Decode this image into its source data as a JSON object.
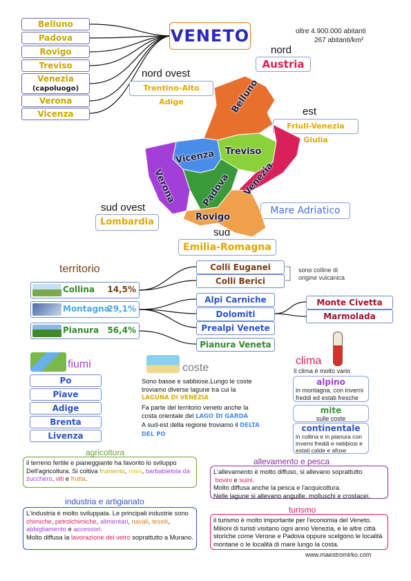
{
  "title": "VENETO",
  "population": {
    "line1": "oltre 4.900.000  abitanti",
    "line2": "267  abitanti/km²"
  },
  "provinces": [
    "Belluno",
    "Padova",
    "Rovigo",
    "Treviso",
    "Venezia",
    "Verona",
    "Vicenza"
  ],
  "capital_note": "(capoluogo)",
  "neighbors": {
    "north": {
      "dir": "nord",
      "name": "Austria"
    },
    "northwest": {
      "dir": "nord ovest",
      "name": "Trentino-Alto Adige"
    },
    "east": {
      "dir": "est",
      "name": "Friuli-Venezia Giulia"
    },
    "southwest": {
      "dir": "sud ovest",
      "name": "Lombardia"
    },
    "south": {
      "dir": "sud",
      "name": "Emilia-Romagna"
    },
    "sea": "Mare Adriatico"
  },
  "map_labels": [
    "Belluno",
    "Treviso",
    "Vicenza",
    "Verona",
    "Padova",
    "Venezia",
    "Rovigo"
  ],
  "colors": {
    "belluno": "#e8702e",
    "treviso": "#8cd13a",
    "vicenza": "#4a8de8",
    "verona": "#a33fd8",
    "padova": "#3a9a3a",
    "venezia": "#d8205a",
    "rovigo": "#f0a04a",
    "accent": "#2a28b8",
    "title_border": "#e07a1f"
  },
  "territorio": {
    "title": "territorio",
    "rows": [
      {
        "name": "Collina",
        "pct": "14,5%"
      },
      {
        "name": "Montagna",
        "pct": "29,1%"
      },
      {
        "name": "Pianura",
        "pct": "56,4%"
      }
    ],
    "hills": [
      "Colli Euganei",
      "Colli Berici"
    ],
    "hills_note": [
      "sono colline di",
      "origine vulcanica"
    ],
    "mountains": [
      "Alpi Carniche",
      "Dolomiti",
      "Prealpi Venete"
    ],
    "peaks": [
      "Monte Civetta",
      "Marmolada"
    ],
    "plain": "Pianura Veneta"
  },
  "fiumi": {
    "title": "fiumi",
    "list": [
      "Po",
      "Piave",
      "Adige",
      "Brenta",
      "Livenza"
    ]
  },
  "coste": {
    "title": "coste",
    "p1": "Sono basse e sabbiose.Lungo le coste troviamo  diverse  lagune tra cui  la",
    "p1_hl": "LAGUNA DI VENEZIA",
    "p2": "Fa parte del territorio veneto anche la costa orientale del",
    "p2_hl": "LAGO DI GARDA",
    "p3": "A sud-est della regione troviamo il",
    "p3_hl": "DELTA DEL PO"
  },
  "clima": {
    "title": "clima",
    "intro": "Il clima è molto vario",
    "types": [
      {
        "name": "alpino",
        "desc": "in montagna, con inverni freddi ed estati fresche"
      },
      {
        "name": "mite",
        "desc": "sulle coste"
      },
      {
        "name": "continentale",
        "desc": "in collina e in pianura con inverni freddi e nebbiosi e estati calde e afose"
      }
    ]
  },
  "agricoltura": {
    "title": "agricoltura",
    "t1": "il terreno fertile e pianeggiante ha favorito lo sviluppo Dell'agricoltura. Si coltiva",
    "items": [
      "frumento",
      "mais",
      "barbabietola da zucchero",
      "viti",
      "frutta"
    ],
    "sep1": ",",
    "sep2": ",",
    "sep3": ",",
    "and": "e",
    "end": "."
  },
  "allevamento": {
    "title": "allevamento e pesca",
    "t1": "L'allevamento è molto diffuso, si allevano soprattutto",
    "hl1": "bovini",
    "and": "e",
    "hl2": "suini",
    "end": ".",
    "t2": "Molto diffusa anche la pesca e l'acquicoltura.",
    "t3": "Nelle lagune si allevano anguille, molluschi e crostacei."
  },
  "industria": {
    "title": "industria e artigianato",
    "t1": "L'industria  è molto sviluppata. Le principali  industrie sono",
    "items": [
      "chimiche",
      "petrolchimiche",
      "alimentari",
      "navali",
      "tessili",
      "abbigliamento",
      "accessori"
    ],
    "t2": "Molto diffusa la",
    "hl": "lavorazione del vetro",
    "t3": "soprattutto a Murano."
  },
  "turismo": {
    "title": "turismo",
    "text": "il turismo è molto importante per l'economia del Veneto. Milioni di turisti visitano ogni anno Venezia, e le altre città storiche come Verone e Padova oppure scelgono le località montane o le località di mare lungo la costa."
  },
  "footer": "www.maestromirko.com"
}
